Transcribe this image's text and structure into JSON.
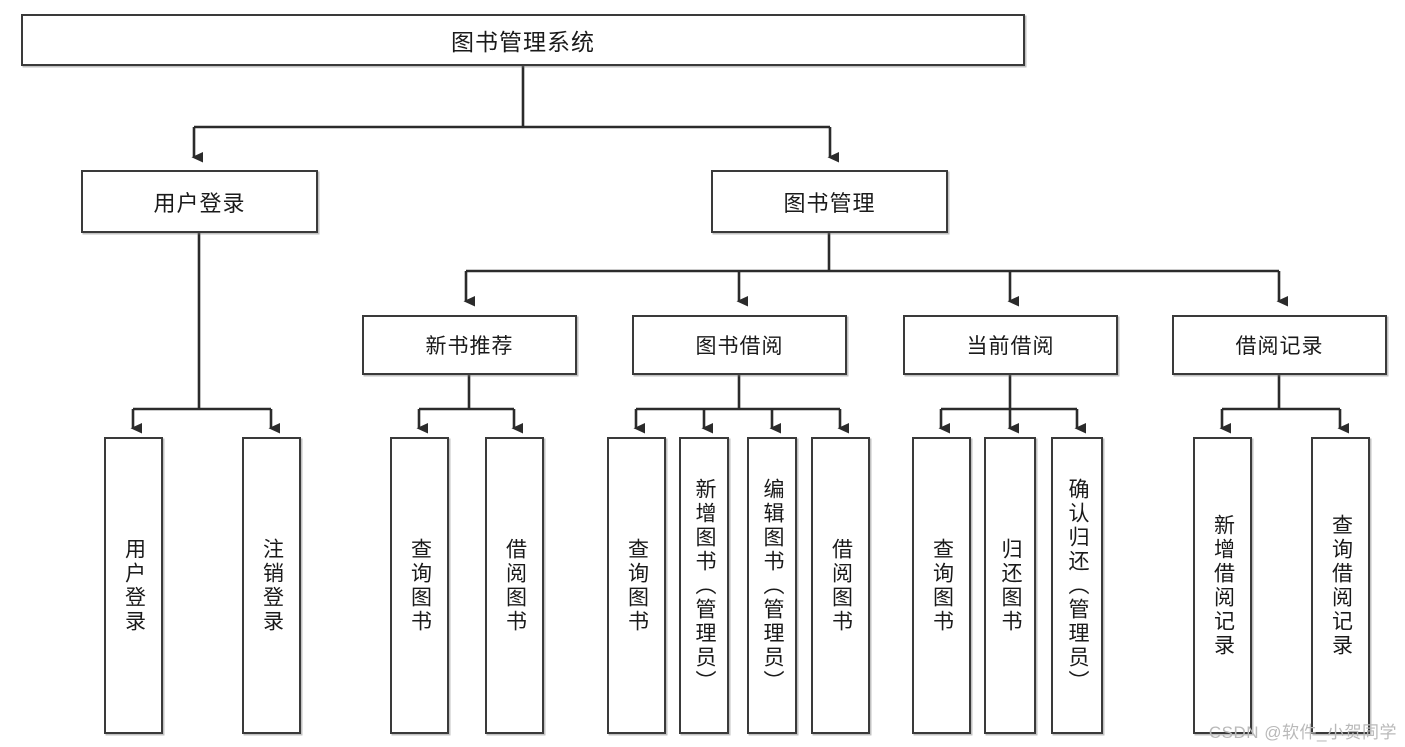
{
  "diagram": {
    "title": "图书管理系统",
    "type": "hierarchy-tree",
    "watermark": "CSDN @软件_小贺同学",
    "colors": {
      "box_border": "#3a3a3a",
      "box_fill": "#ffffff",
      "connector": "#2b2b2b",
      "text": "#1a1a1a",
      "watermark": "#b9b9b9"
    },
    "root": {
      "label": "图书管理系统"
    },
    "level2": [
      {
        "label": "用户登录"
      },
      {
        "label": "图书管理"
      }
    ],
    "level3": [
      {
        "label": "新书推荐"
      },
      {
        "label": "图书借阅"
      },
      {
        "label": "当前借阅"
      },
      {
        "label": "借阅记录"
      }
    ],
    "leaves": {
      "user_login": [
        {
          "label": "用户登录"
        },
        {
          "label": "注销登录"
        }
      ],
      "new_book": [
        {
          "label": "查询图书"
        },
        {
          "label": "借阅图书"
        }
      ],
      "book_borrow": [
        {
          "label": "查询图书"
        },
        {
          "label": "新增图书（管理员）"
        },
        {
          "label": "编辑图书（管理员）"
        },
        {
          "label": "借阅图书"
        }
      ],
      "current_borrow": [
        {
          "label": "查询图书"
        },
        {
          "label": "归还图书"
        },
        {
          "label": "确认归还（管理员）"
        }
      ],
      "borrow_record": [
        {
          "label": "新增借阅记录"
        },
        {
          "label": "查询借阅记录"
        }
      ]
    }
  }
}
